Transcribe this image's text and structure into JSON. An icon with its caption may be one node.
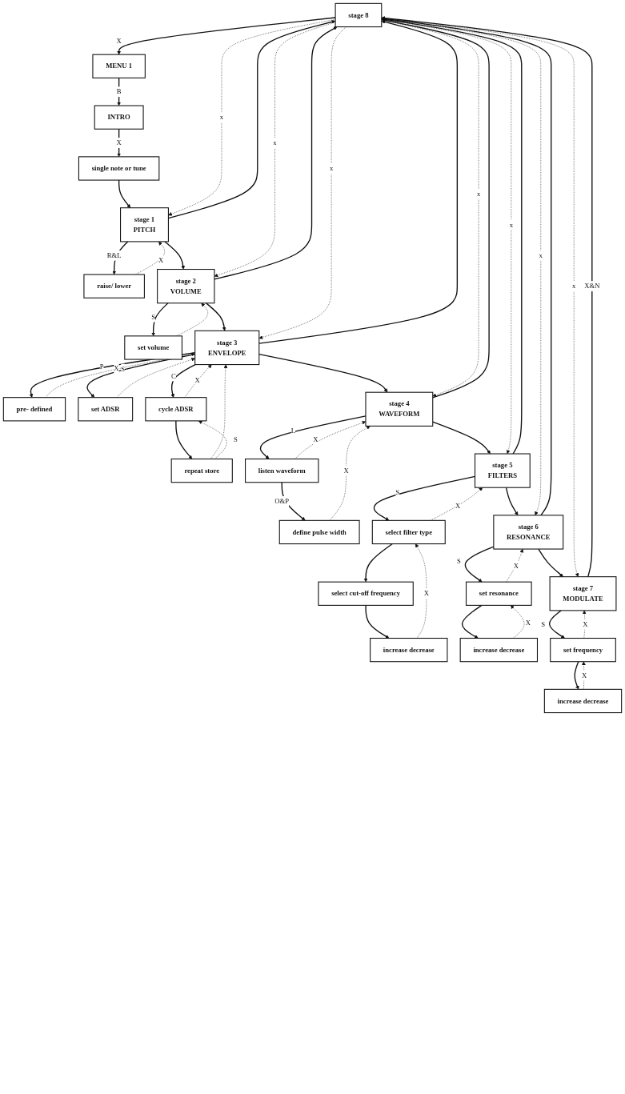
{
  "diagram": {
    "nodes": [
      {
        "text": [
          "stage 8"
        ]
      },
      {
        "text": [
          "MENU 1"
        ]
      },
      {
        "text": [
          "single note or tune"
        ]
      },
      {
        "text": [
          "stage 1",
          "PITCH"
        ]
      },
      {
        "text": [
          "INTRO"
        ]
      },
      {
        "text": [
          "raise/ lower"
        ]
      },
      {
        "text": [
          "stage 2",
          "VOLUME"
        ]
      },
      {
        "text": [
          "set volume"
        ]
      },
      {
        "text": [
          "pre- defined"
        ]
      },
      {
        "text": [
          "stage 3",
          "ENVELOPE"
        ]
      },
      {
        "text": [
          "set ADSR"
        ]
      },
      {
        "text": [
          "cycle ADSR"
        ]
      },
      {
        "text": [
          "repeat store"
        ]
      },
      {
        "text": [
          "stage 4",
          "WAVEFORM"
        ]
      },
      {
        "text": [
          "listen waveform"
        ]
      },
      {
        "text": [
          "define pulse width"
        ]
      },
      {
        "text": [
          "stage 5",
          "FILTERS"
        ]
      },
      {
        "text": [
          "increase decrease"
        ]
      },
      {
        "text": [
          "select filter type"
        ]
      },
      {
        "text": [
          "select cut-off frequency"
        ]
      },
      {
        "text": [
          "stage 6",
          "RESONANCE"
        ]
      },
      {
        "text": [
          "set resonance"
        ]
      },
      {
        "text": [
          "increase decrease"
        ]
      },
      {
        "text": [
          "stage 7",
          "MODULATE"
        ]
      },
      {
        "text": [
          "set frequency"
        ]
      },
      {
        "text": [
          "increase decrease"
        ]
      }
    ],
    "edges": [
      {
        "from": 0,
        "to": 1,
        "label": "X",
        "arrow": "to"
      },
      {
        "from": 1,
        "to": 4,
        "label": "B",
        "arrow": "to"
      },
      {
        "from": 4,
        "to": 2,
        "label": "X",
        "arrow": "to"
      },
      {
        "from": 2,
        "to": 3,
        "arrow": "to"
      },
      {
        "from": 0,
        "to": 3,
        "label": "x",
        "arrow": "to",
        "style": "dashed"
      },
      {
        "from": 3,
        "to": 0,
        "arrow": "to"
      },
      {
        "from": 5,
        "to": 3,
        "label": "X",
        "arrow": "to",
        "style": "dashed"
      },
      {
        "from": 3,
        "to": 5,
        "label": "R&L",
        "arrow": "to"
      },
      {
        "from": 3,
        "to": 6,
        "arrow": "to"
      },
      {
        "from": 0,
        "to": 6,
        "label": "x",
        "arrow": "to",
        "style": "dashed"
      },
      {
        "from": 6,
        "to": 0,
        "arrow": "to"
      },
      {
        "from": 7,
        "to": 6,
        "arrow": "to",
        "style": "dashed"
      },
      {
        "from": 6,
        "to": 7,
        "label": "S",
        "arrow": "to"
      },
      {
        "from": 6,
        "to": 9,
        "arrow": "to"
      },
      {
        "from": 9,
        "to": 8,
        "label": "P",
        "arrow": "to"
      },
      {
        "from": 0,
        "to": 9,
        "label": "x",
        "arrow": "to",
        "style": "dashed"
      },
      {
        "from": 9,
        "to": 0,
        "arrow": "to"
      },
      {
        "from": 10,
        "to": 9,
        "arrow": "to",
        "style": "dashed"
      },
      {
        "from": 9,
        "to": 10,
        "label": "S",
        "arrow": "to"
      },
      {
        "from": 8,
        "to": 9,
        "label": "X",
        "arrow": "to",
        "style": "dashed"
      },
      {
        "from": 12,
        "to": 9,
        "arrow": "to",
        "style": "dashed"
      },
      {
        "from": 11,
        "to": 9,
        "label": "X",
        "arrow": "to",
        "style": "dashed"
      },
      {
        "from": 9,
        "to": 11,
        "label": "C",
        "arrow": "to"
      },
      {
        "from": 11,
        "to": 12,
        "arrow": "to"
      },
      {
        "from": 12,
        "to": 11,
        "label": "S",
        "arrow": "to",
        "style": "dashed"
      },
      {
        "from": 9,
        "to": 13,
        "arrow": "to"
      },
      {
        "from": 0,
        "to": 13,
        "label": "x",
        "arrow": "to",
        "style": "dashed"
      },
      {
        "from": 13,
        "to": 0,
        "arrow": "to"
      },
      {
        "from": 15,
        "to": 13,
        "label": "X",
        "arrow": "to",
        "style": "dashed"
      },
      {
        "from": 14,
        "to": 13,
        "label": "X",
        "arrow": "to",
        "style": "dashed"
      },
      {
        "from": 13,
        "to": 14,
        "label": "L",
        "arrow": "to"
      },
      {
        "from": 14,
        "to": 15,
        "label": "O&P",
        "arrow": "to"
      },
      {
        "from": 13,
        "to": 16,
        "arrow": "to"
      },
      {
        "from": 0,
        "to": 16,
        "label": "x",
        "arrow": "to",
        "style": "dashed"
      },
      {
        "from": 16,
        "to": 0,
        "arrow": "to"
      },
      {
        "from": 18,
        "to": 16,
        "label": "X",
        "arrow": "to",
        "style": "dashed"
      },
      {
        "from": 17,
        "to": 18,
        "label": "X",
        "arrow": "to",
        "style": "dashed"
      },
      {
        "from": 16,
        "to": 18,
        "label": "S",
        "arrow": "to"
      },
      {
        "from": 18,
        "to": 19,
        "arrow": "to"
      },
      {
        "from": 19,
        "to": 17,
        "arrow": "to"
      },
      {
        "from": 16,
        "to": 20,
        "arrow": "to"
      },
      {
        "from": 0,
        "to": 20,
        "label": "x",
        "arrow": "to",
        "style": "dashed"
      },
      {
        "from": 20,
        "to": 0,
        "arrow": "to"
      },
      {
        "from": 21,
        "to": 20,
        "label": "X",
        "arrow": "to",
        "style": "dashed"
      },
      {
        "from": 22,
        "to": 21,
        "label": "X",
        "arrow": "to",
        "style": "dashed"
      },
      {
        "from": 20,
        "to": 21,
        "label": "S",
        "arrow": "to"
      },
      {
        "from": 21,
        "to": 22,
        "arrow": "to"
      },
      {
        "from": 20,
        "to": 23,
        "arrow": "to"
      },
      {
        "from": 0,
        "to": 23,
        "label": "x",
        "arrow": "to",
        "style": "dashed"
      },
      {
        "from": 23,
        "to": 0,
        "label": "X&N",
        "arrow": "to"
      },
      {
        "from": 24,
        "to": 23,
        "label": "X",
        "arrow": "to",
        "style": "dashed"
      },
      {
        "from": 25,
        "to": 24,
        "label": "X",
        "arrow": "to",
        "style": "dashed"
      },
      {
        "from": 23,
        "to": 24,
        "label": "S",
        "arrow": "to"
      },
      {
        "from": 24,
        "to": 25,
        "arrow": "to"
      }
    ]
  }
}
